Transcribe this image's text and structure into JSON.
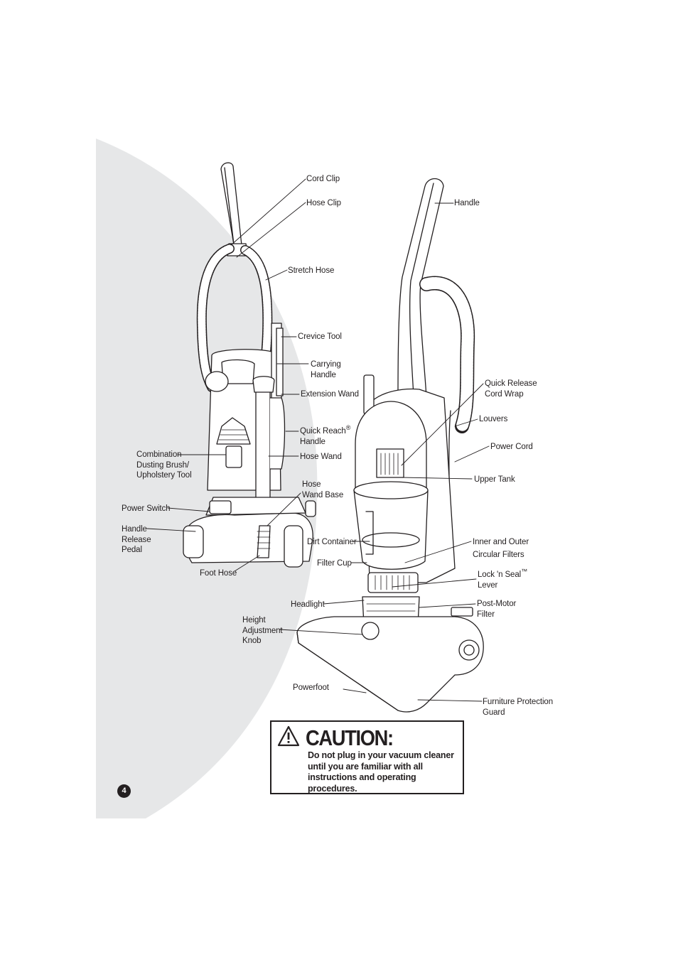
{
  "page_number": "4",
  "labels": {
    "cord_clip": "Cord Clip",
    "hose_clip": "Hose Clip",
    "stretch_hose": "Stretch Hose",
    "crevice_tool": "Crevice Tool",
    "carrying_handle": [
      "Carrying",
      "Handle"
    ],
    "extension_wand": "Extension Wand",
    "quick_reach_handle": [
      "Quick Reach",
      "®",
      "Handle"
    ],
    "hose_wand": "Hose Wand",
    "combination_tool": [
      "Combination",
      "Dusting Brush/",
      "Upholstery Tool"
    ],
    "hose_wand_base": [
      "Hose",
      "Wand Base"
    ],
    "power_switch": "Power Switch",
    "handle_release_pedal": [
      "Handle",
      "Release",
      "Pedal"
    ],
    "foot_hose": "Foot Hose",
    "handle": "Handle",
    "quick_release_cord_wrap": [
      "Quick Release",
      "Cord Wrap"
    ],
    "louvers": "Louvers",
    "power_cord": "Power Cord",
    "upper_tank": "Upper Tank",
    "dirt_container": "Dirt Container",
    "inner_outer_filters": [
      "Inner and Outer",
      "Circular Filters"
    ],
    "filter_cup": "Filter Cup",
    "lock_n_seal_lever": [
      "Lock 'n Seal",
      "™",
      "Lever"
    ],
    "headlight": "Headlight",
    "post_motor_filter": [
      "Post-Motor",
      "Filter"
    ],
    "height_adjustment_knob": [
      "Height",
      "Adjustment",
      "Knob"
    ],
    "powerfoot": "Powerfoot",
    "furniture_protection_guard": [
      "Furniture Protection",
      "Guard"
    ]
  },
  "caution": {
    "title": "CAUTION:",
    "body": "Do not plug in your vacuum cleaner until you are familiar with all instructions and operating procedures."
  },
  "colors": {
    "background_shape": "#e6e7e8",
    "ink": "#231f20"
  },
  "icons": {
    "warning": "warning-triangle-icon"
  }
}
